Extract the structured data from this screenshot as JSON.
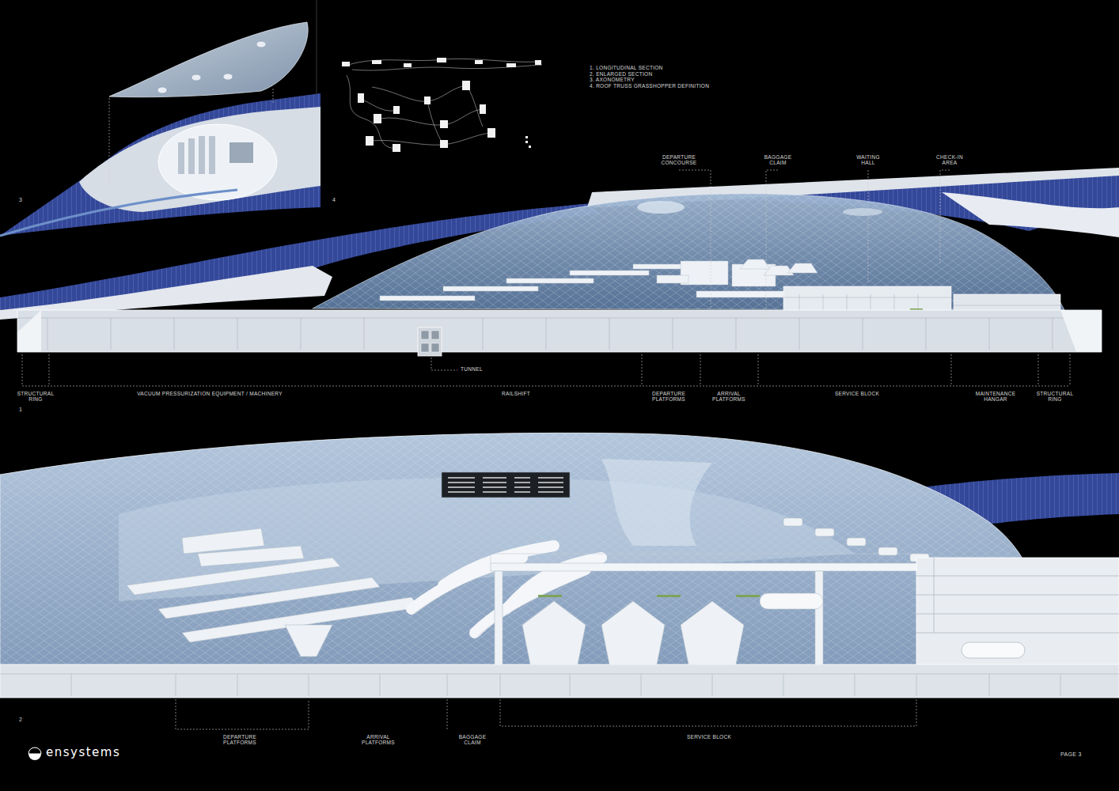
{
  "diagram": {
    "labels": [
      "1. LONGITUDINAL SECTION",
      "2. ENLARGED SECTION",
      "3. AXONOMETRY",
      "4. ROOF TRUSS GRASSHOPPER DEFINITION",
      "3",
      "4",
      "DEPARTURE CONCOURSE",
      "BAGGAGE CLAIM",
      "WAITING HALL",
      "CHECK-IN AREA",
      "TUNNEL",
      "STRUCTURAL RING",
      "VACUUM PRESSURIZATION EQUIPMENT / MACHINERY",
      "RAILSHIFT",
      "DEPARTURE PLATFORMS",
      "ARRIVAL PLATFORMS",
      "SERVICE BLOCK",
      "MAINTENANCE HANGAR",
      "STRUCTURAL RING",
      "1",
      "DEPARTURE PLATFORMS",
      "ARRIVAL PLATFORMS",
      "BAGGAGE CLAIM",
      "SERVICE BLOCK",
      "2",
      "ensystems",
      "PAGE 3"
    ]
  }
}
